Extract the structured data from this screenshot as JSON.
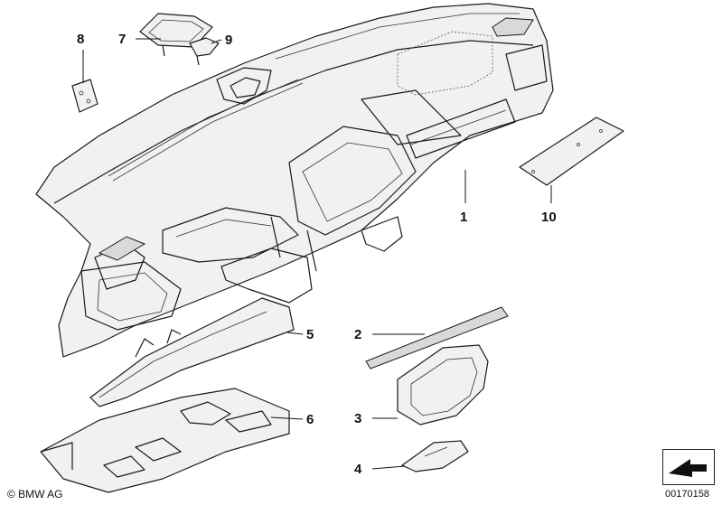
{
  "callouts": [
    {
      "id": "1",
      "label": "1"
    },
    {
      "id": "2",
      "label": "2"
    },
    {
      "id": "3",
      "label": "3"
    },
    {
      "id": "4",
      "label": "4"
    },
    {
      "id": "5",
      "label": "5"
    },
    {
      "id": "6",
      "label": "6"
    },
    {
      "id": "7",
      "label": "7"
    },
    {
      "id": "8",
      "label": "8"
    },
    {
      "id": "9",
      "label": "9"
    },
    {
      "id": "10",
      "label": "10"
    }
  ],
  "footer": {
    "copyright": "© BMW AG",
    "reference": "00170158"
  },
  "icons": {
    "corner": "direction-arrow-icon"
  }
}
